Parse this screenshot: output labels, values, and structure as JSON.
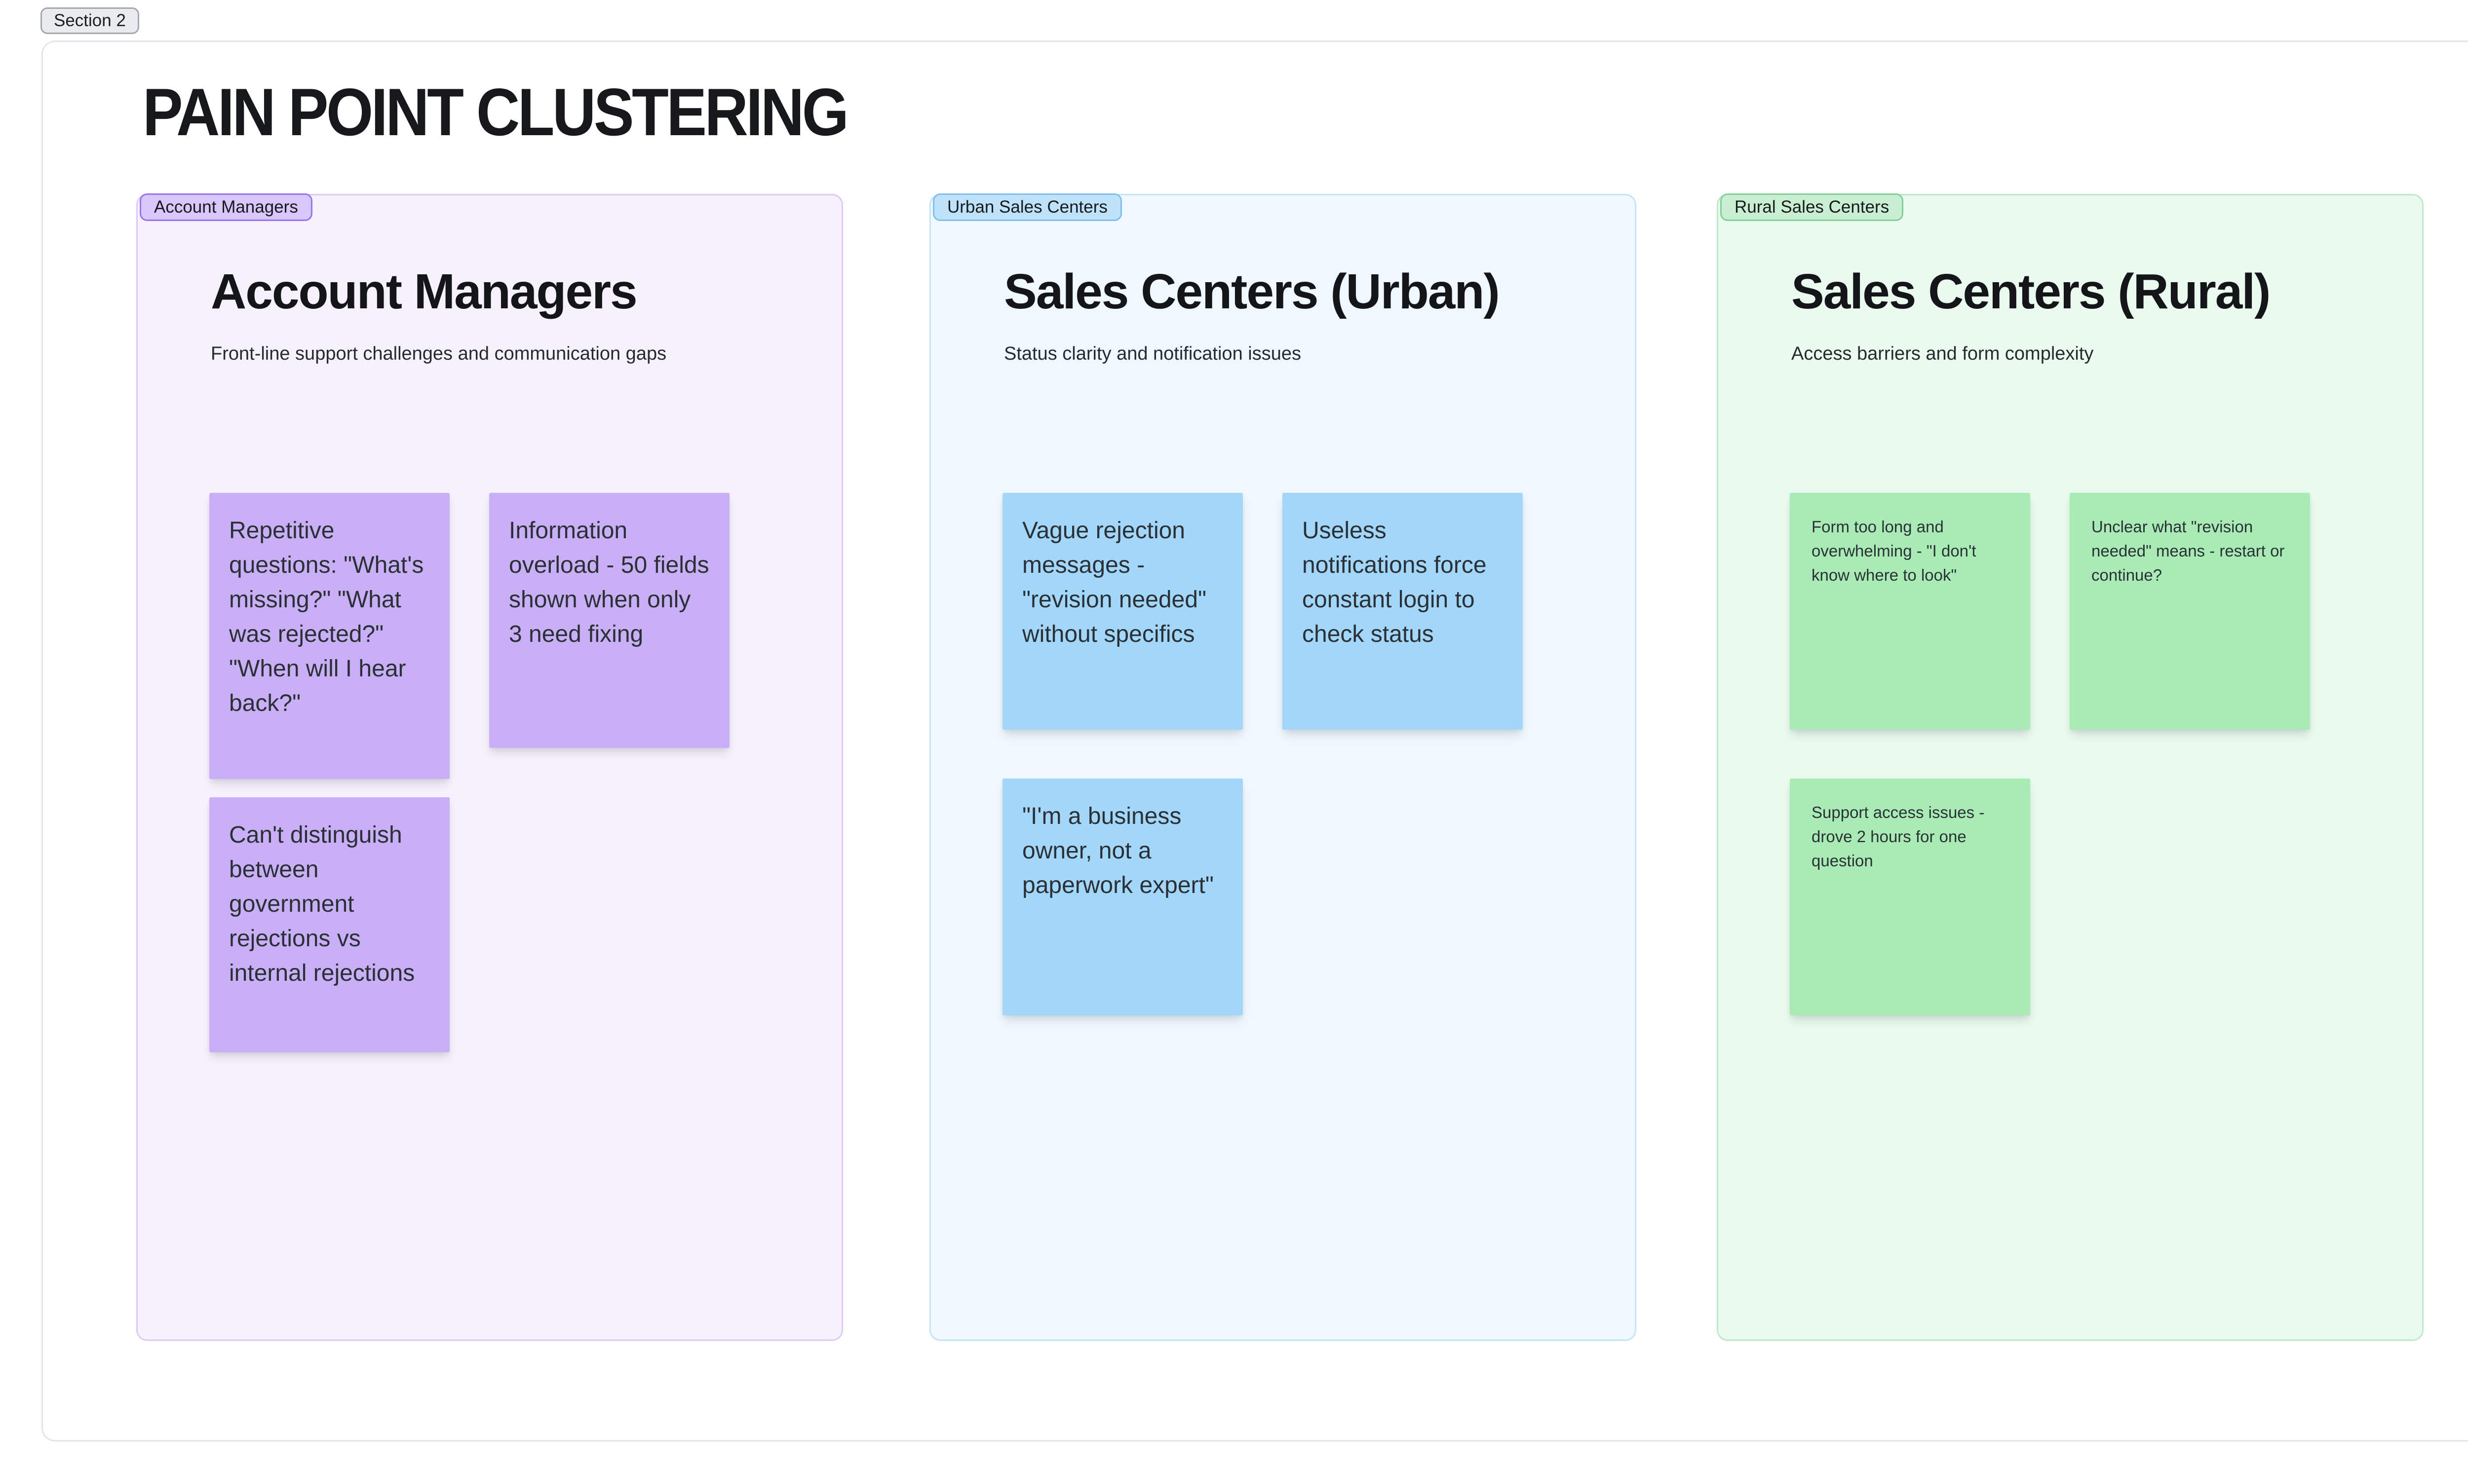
{
  "board": {
    "section_label": "Section 2",
    "title": "PAIN POINT CLUSTERING"
  },
  "colors": {
    "page_bg": "#ffffff",
    "canvas_border": "#e3e6e9",
    "section_tab_bg": "#e9ebee",
    "section_tab_border": "#a3a8af",
    "note_text": "#2b3036",
    "purple": {
      "frame_bg": "#f6f2fc",
      "frame_border": "#ddcaf3",
      "tab_bg": "#d9c6fa",
      "tab_border": "#9a73ee",
      "note_bg": "#c9aff5"
    },
    "blue": {
      "frame_bg": "#eff8fe",
      "frame_border": "#c5e4f6",
      "tab_bg": "#bfe2fb",
      "tab_border": "#82bfee",
      "note_bg": "#a2d7fa"
    },
    "green": {
      "frame_bg": "#eafaee",
      "frame_border": "#bfe9ca",
      "tab_bg": "#c9efd3",
      "tab_border": "#82cf9a",
      "note_bg": "#a8ebb4"
    }
  },
  "clusters": [
    {
      "tab": "Account Managers",
      "heading": "Account Managers",
      "subtitle": "Front-line support challenges and communication gaps",
      "notes": [
        "Repetitive questions: \"What's missing?\" \"What was rejected?\" \"When will I hear back?\"",
        "Information overload - 50 fields shown when only 3 need fixing",
        "Can't distinguish between government rejections vs internal rejections"
      ]
    },
    {
      "tab": "Urban Sales Centers",
      "heading": "Sales Centers (Urban)",
      "subtitle": "Status clarity and notification issues",
      "notes": [
        "Vague rejection messages - \"revision needed\" without specifics",
        "Useless notifications force constant login to check status",
        "\"I'm a business owner, not a paperwork expert\""
      ]
    },
    {
      "tab": "Rural Sales Centers",
      "heading": "Sales Centers (Rural)",
      "subtitle": "Access barriers and form complexity",
      "notes": [
        "Form too long and overwhelming - \"I don't know where to look\"",
        "Unclear what \"revision needed\" means - restart or continue?",
        "Support access issues - drove 2 hours for one question"
      ]
    }
  ]
}
